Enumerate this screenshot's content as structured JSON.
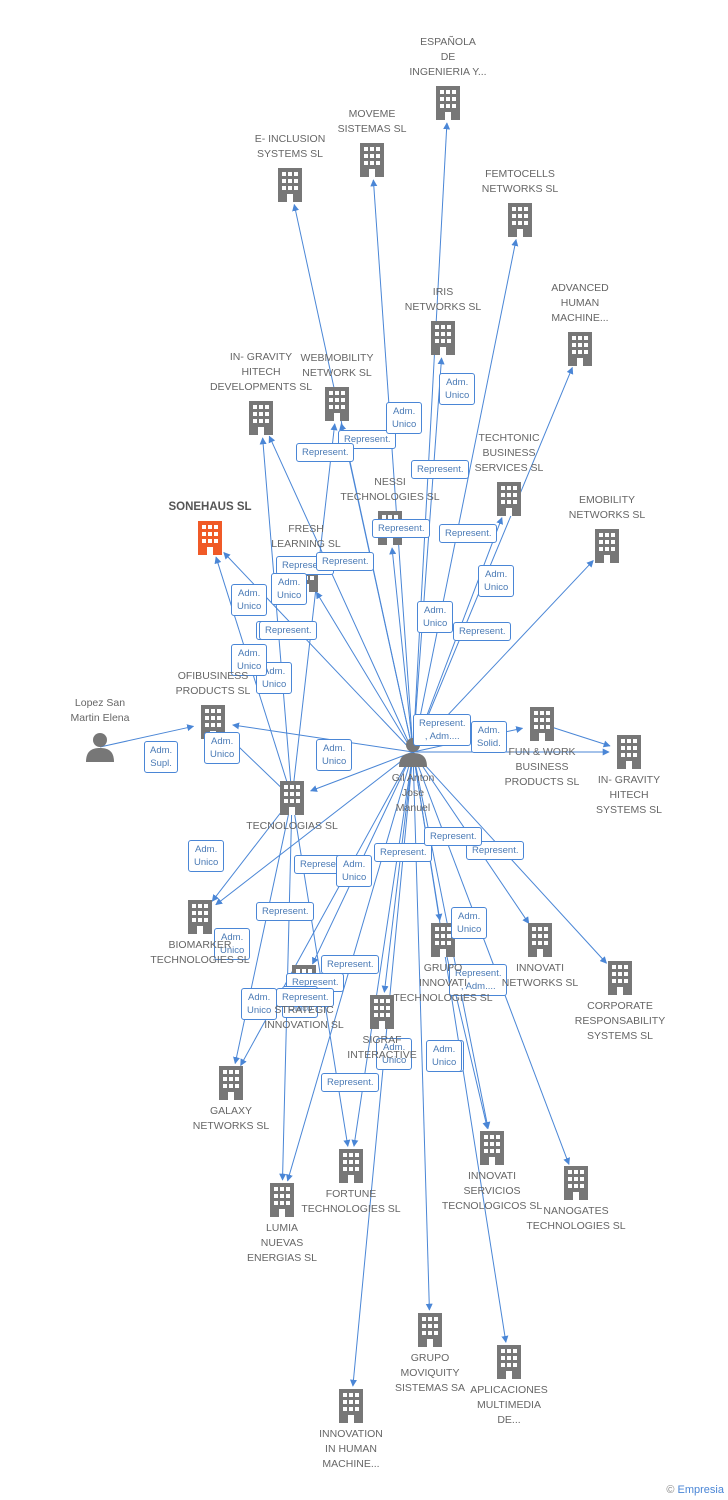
{
  "colors": {
    "edge": "#4a86d6",
    "company": "#777777",
    "company_highlight": "#f05a28",
    "person": "#777777"
  },
  "center": {
    "id": "gil",
    "label": "Gil Anton\nJose\nManuel"
  },
  "nodes": [
    {
      "id": "espanola",
      "type": "company",
      "label": "ESPAÑOLA\nDE\nINGENIERIA Y..."
    },
    {
      "id": "moveme",
      "type": "company",
      "label": "MOVEME\nSISTEMAS SL"
    },
    {
      "id": "einclusion",
      "type": "company",
      "label": "E- INCLUSION\nSYSTEMS SL"
    },
    {
      "id": "femtocells",
      "type": "company",
      "label": "FEMTOCELLS\nNETWORKS SL"
    },
    {
      "id": "iris",
      "type": "company",
      "label": "IRIS\nNETWORKS SL"
    },
    {
      "id": "advanced",
      "type": "company",
      "label": "ADVANCED\nHUMAN\nMACHINE..."
    },
    {
      "id": "ingravity_dev",
      "type": "company",
      "label": "IN- GRAVITY\nHITECH\nDEVELOPMENTS SL"
    },
    {
      "id": "webmobility",
      "type": "company",
      "label": "WEBMOBILITY\nNETWORK SL"
    },
    {
      "id": "techtonic",
      "type": "company",
      "label": "TECHTONIC\nBUSINESS\nSERVICES SL"
    },
    {
      "id": "nessi",
      "type": "company",
      "label": "NESSI\nTECHNOLOGIES SL"
    },
    {
      "id": "sonehaus",
      "type": "company",
      "highlight": true,
      "label": "SONEHAUS SL"
    },
    {
      "id": "emobility",
      "type": "company",
      "label": "EMOBILITY\nNETWORKS SL"
    },
    {
      "id": "fresh",
      "type": "company",
      "label": "FRESH\nLEARNING SL"
    },
    {
      "id": "funwork",
      "type": "company",
      "label": "FUN & WORK\nBUSINESS\nPRODUCTS  SL"
    },
    {
      "id": "ofibusiness",
      "type": "company",
      "label": "OFIBUSINESS\nPRODUCTS SL"
    },
    {
      "id": "lopez",
      "type": "person",
      "label": "Lopez San\nMartin Elena"
    },
    {
      "id": "ingravity_sys",
      "type": "company",
      "label": "IN- GRAVITY\nHITECH\nSYSTEMS SL"
    },
    {
      "id": "tecnologias",
      "type": "company",
      "label": "TECNOLOGIAS SL"
    },
    {
      "id": "biomarker",
      "type": "company",
      "label": "BIOMARKER\nTECHNOLOGIES SL"
    },
    {
      "id": "grupo_innovati",
      "type": "company",
      "label": "GRUPO\nINNOVATI\nTECHNOLOGIES SL"
    },
    {
      "id": "innovati_networks",
      "type": "company",
      "label": "INNOVATI\nNETWORKS SL"
    },
    {
      "id": "corporate",
      "type": "company",
      "label": "CORPORATE\nRESPONSABILITY\nSYSTEMS SL"
    },
    {
      "id": "strategic",
      "type": "company",
      "label": "STRATEGIC\nINNOVATION SL"
    },
    {
      "id": "sigraf",
      "type": "company",
      "label": "SIGRAF\nINTERACTIVE"
    },
    {
      "id": "galaxy",
      "type": "company",
      "label": "GALAXY\nNETWORKS SL"
    },
    {
      "id": "fortune",
      "type": "company",
      "label": "FORTUNE\nTECHNOLOGIES SL"
    },
    {
      "id": "innovati_servicios",
      "type": "company",
      "label": "INNOVATI\nSERVICIOS\nTECNOLOGICOS SL"
    },
    {
      "id": "nanogates",
      "type": "company",
      "label": "NANOGATES\nTECHNOLOGIES SL"
    },
    {
      "id": "lumia",
      "type": "company",
      "label": "LUMIA\nNUEVAS\nENERGIAS SL"
    },
    {
      "id": "moviquity",
      "type": "company",
      "label": "GRUPO\nMOVIQUITY\nSISTEMAS SA"
    },
    {
      "id": "aplicaciones",
      "type": "company",
      "label": "APLICACIONES\nMULTIMEDIA\nDE..."
    },
    {
      "id": "innovation_human",
      "type": "company",
      "label": "INNOVATION\nIN HUMAN\nMACHINE..."
    }
  ],
  "edges": [
    {
      "from": "gil",
      "to": "espanola",
      "label": "Adm.\nUnico"
    },
    {
      "from": "gil",
      "to": "moveme",
      "label": "Represent."
    },
    {
      "from": "gil",
      "to": "einclusion",
      "label": "Represent."
    },
    {
      "from": "gil",
      "to": "femtocells",
      "label": "Represent."
    },
    {
      "from": "gil",
      "to": "iris",
      "label": "Adm.\nUnico"
    },
    {
      "from": "gil",
      "to": "advanced",
      "label": "Represent."
    },
    {
      "from": "gil",
      "to": "ingravity_dev",
      "label": "Represent."
    },
    {
      "from": "gil",
      "to": "webmobility",
      "label": "Represent."
    },
    {
      "from": "gil",
      "to": "techtonic",
      "label": "Adm.\nUnico"
    },
    {
      "from": "gil",
      "to": "nessi",
      "label": "Represent."
    },
    {
      "from": "gil",
      "to": "sonehaus",
      "label": "Adm.\nUnico"
    },
    {
      "from": "gil",
      "to": "emobility",
      "label": "Adm.\nUnico"
    },
    {
      "from": "gil",
      "to": "fresh",
      "label": "Represent."
    },
    {
      "from": "gil",
      "to": "funwork",
      "label": "Represent."
    },
    {
      "from": "gil",
      "to": "ofibusiness",
      "label": "Adm.\nUnico"
    },
    {
      "from": "gil",
      "to": "ingravity_sys",
      "label": "Represent.\n, Adm...."
    },
    {
      "from": "gil",
      "to": "tecnologias",
      "label": "Adm.\nUnico"
    },
    {
      "from": "gil",
      "to": "biomarker",
      "label": "Represent."
    },
    {
      "from": "gil",
      "to": "grupo_innovati",
      "label": "Represent."
    },
    {
      "from": "gil",
      "to": "innovati_networks",
      "label": "Represent."
    },
    {
      "from": "gil",
      "to": "corporate",
      "label": "Represent."
    },
    {
      "from": "gil",
      "to": "strategic",
      "label": "Represent."
    },
    {
      "from": "gil",
      "to": "sigraf",
      "label": "Adm.\nUnico"
    },
    {
      "from": "gil",
      "to": "galaxy",
      "label": "Represent."
    },
    {
      "from": "gil",
      "to": "fortune",
      "label": "Represent."
    },
    {
      "from": "gil",
      "to": "innovati_servicios",
      "label": "Represent.\n, Adm...."
    },
    {
      "from": "gil",
      "to": "nanogates",
      "label": "Adm.\nUnico"
    },
    {
      "from": "gil",
      "to": "lumia",
      "label": "Adm.\nUnico"
    },
    {
      "from": "gil",
      "to": "moviquity",
      "label": "Adm.\nUnico"
    },
    {
      "from": "gil",
      "to": "aplicaciones",
      "label": "Adm.\nUnico"
    },
    {
      "from": "gil",
      "to": "innovation_human",
      "label": "Represent."
    },
    {
      "from": "lopez",
      "to": "ofibusiness",
      "label": "Adm.\nSupl."
    },
    {
      "from": "funwork",
      "to": "ingravity_sys",
      "label": "Adm.\nSolid."
    },
    {
      "from": "tecnologias",
      "to": "sonehaus",
      "label": "Adm.\nUnico"
    },
    {
      "from": "tecnologias",
      "to": "ingravity_dev",
      "label": "Adm.\nUnico"
    },
    {
      "from": "tecnologias",
      "to": "webmobility",
      "label": "Represent."
    },
    {
      "from": "tecnologias",
      "to": "biomarker",
      "label": "Adm.\nUnico"
    },
    {
      "from": "tecnologias",
      "to": "galaxy",
      "label": "Adm.\nUnico"
    },
    {
      "from": "tecnologias",
      "to": "lumia",
      "label": "Adm.\nUnico"
    },
    {
      "from": "tecnologias",
      "to": "fortune",
      "label": "Represent."
    },
    {
      "from": "tecnologias",
      "to": "ofibusiness",
      "label": "Adm.\nUnico"
    },
    {
      "from": "grupo_innovati",
      "to": "innovati_servicios",
      "label": "Adm.\nUnico"
    }
  ],
  "footer": {
    "copyright": "©",
    "brand": "Empresia"
  }
}
